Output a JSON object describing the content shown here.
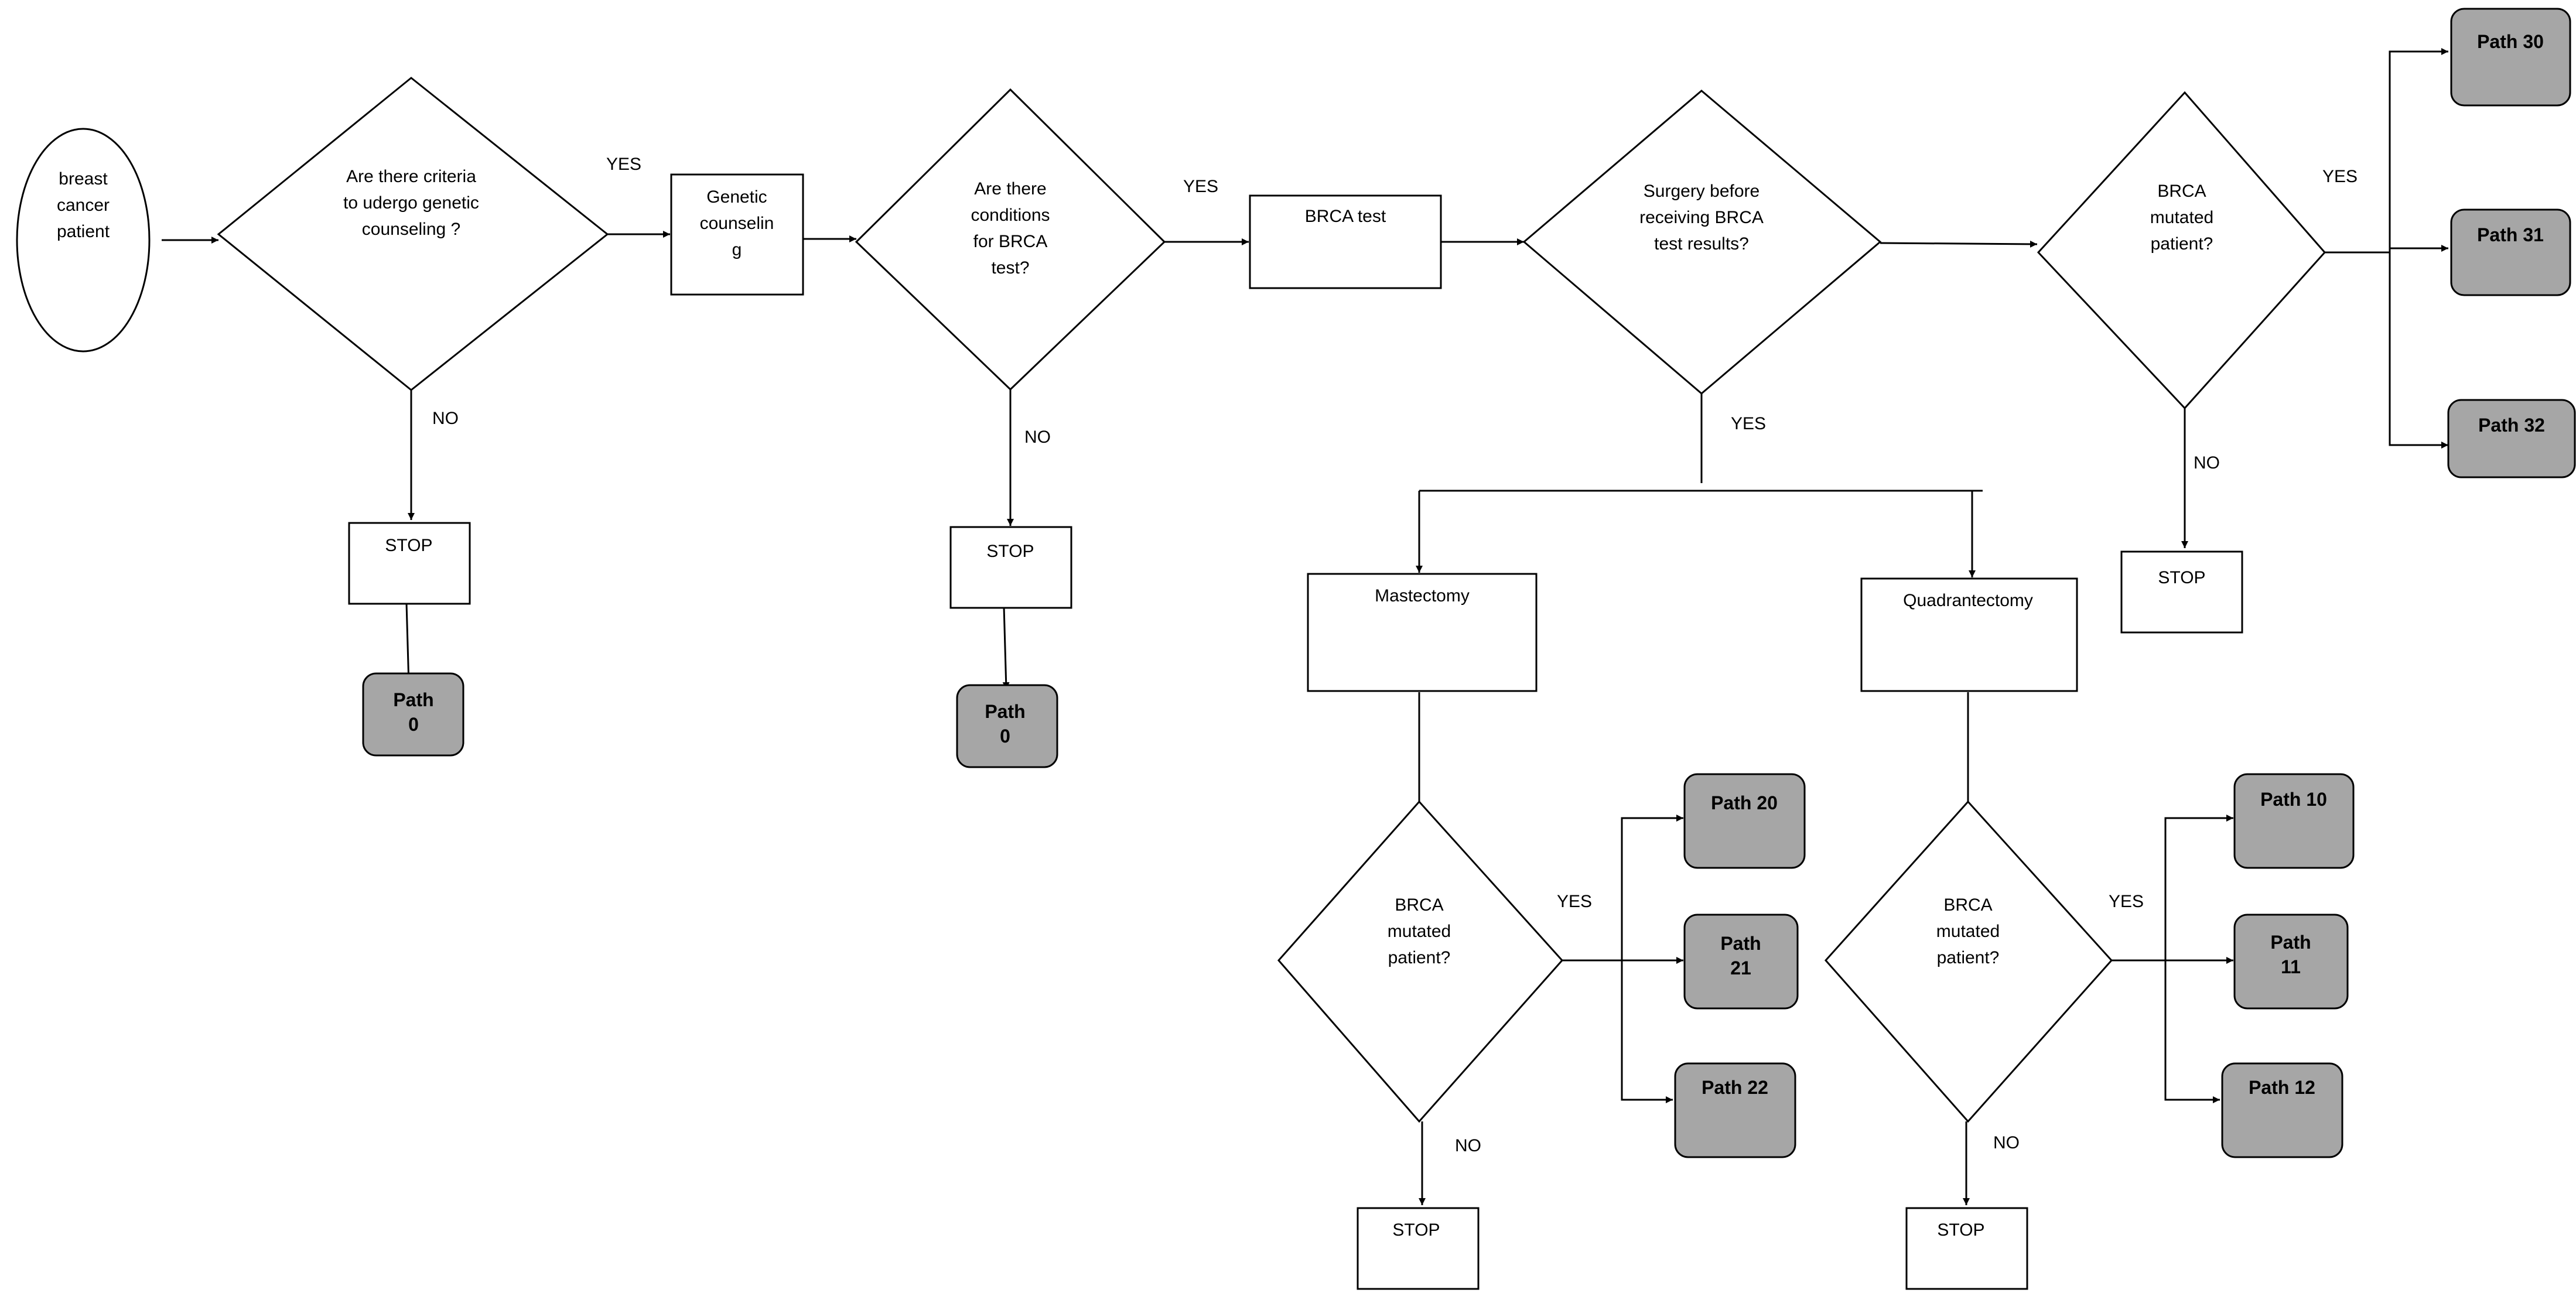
{
  "colors": {
    "stroke": "#000000",
    "path_fill": "#a6a6a6",
    "background": "#ffffff"
  },
  "start": "breast cancer patient",
  "decisions": {
    "d1": "Are there criteria to udergo genetic counseling ?",
    "d2": "Are there conditions for BRCA test?",
    "d3": "Surgery before receiving BRCA test results?",
    "d4": "BRCA mutated patient?",
    "d5": "BRCA mutated patient?",
    "d6": "BRCA mutated patient?"
  },
  "steps": {
    "genetic_counseling": "Genetic counselin g",
    "brca_test": "BRCA test",
    "mastectomy": "Mastectomy",
    "quadrantectomy": "Quadrantectomy",
    "stop1": "STOP",
    "stop2": "STOP",
    "stop3": "STOP",
    "stop4": "STOP",
    "stop5": "STOP"
  },
  "edge_labels": {
    "yes1": "YES",
    "yes2": "YES",
    "yes3": "YES",
    "yes4": "YES",
    "yes5": "YES",
    "yes6": "YES",
    "no1": "NO",
    "no2": "NO",
    "no3": "NO",
    "no4": "NO",
    "no5": "NO"
  },
  "paths": {
    "p0a": "Path 0",
    "p0b": "Path 0",
    "p30": "Path 30",
    "p31": "Path 31",
    "p32": "Path 32",
    "p20": "Path 20",
    "p21": "Path 21",
    "p22": "Path 22",
    "p10": "Path 10",
    "p11": "Path 11",
    "p12": "Path 12"
  }
}
